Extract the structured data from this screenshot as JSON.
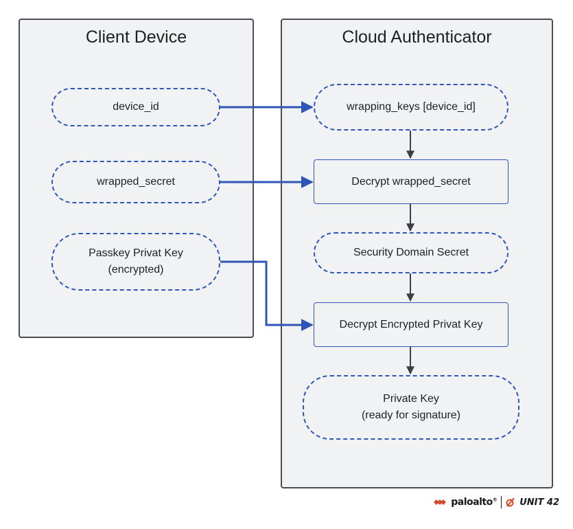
{
  "client_panel": {
    "title": "Client Device"
  },
  "cloud_panel": {
    "title": "Cloud Authenticator"
  },
  "client_nodes": {
    "device_id": {
      "line1": "device_id"
    },
    "wrapped_secret": {
      "line1": "wrapped_secret"
    },
    "passkey": {
      "line1": "Passkey Privat Key",
      "line2": "(encrypted)"
    }
  },
  "cloud_nodes": {
    "wrapping_keys": {
      "line1": "wrapping_keys [device_id]"
    },
    "decrypt_wrapped": {
      "line1": "Decrypt wrapped_secret"
    },
    "security_domain": {
      "line1": "Security Domain Secret"
    },
    "decrypt_private": {
      "line1": "Decrypt Encrypted Privat Key"
    },
    "private_key": {
      "line1": "Private Key",
      "line2": "(ready for signature)"
    }
  },
  "colors": {
    "panel_bg": "#f1f2f4",
    "panel_border": "#4a4d52",
    "accent_blue": "#2f55b8",
    "connector_dark": "#3c3f44"
  },
  "logo": {
    "brand1": "paloalto",
    "brand1_mark": "®",
    "brand2": "UNIT 42"
  }
}
